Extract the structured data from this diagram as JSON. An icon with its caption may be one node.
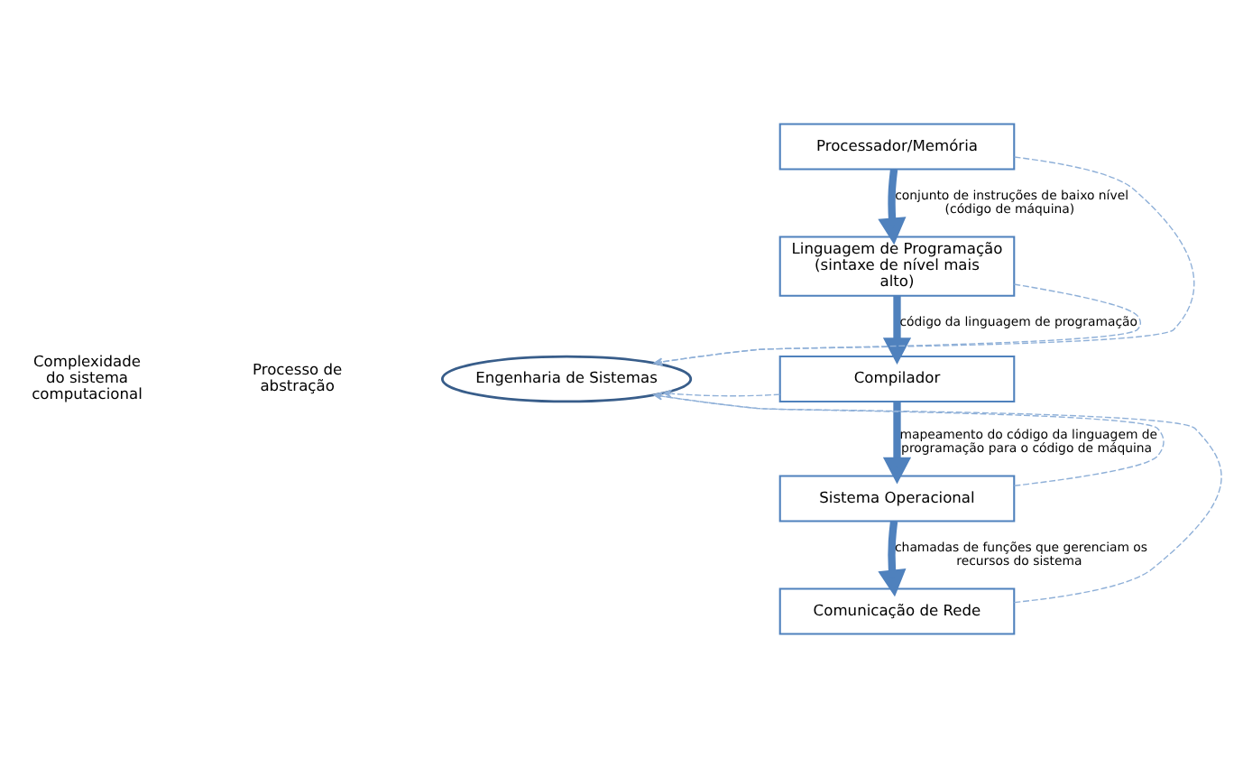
{
  "diagram": {
    "nodes": [
      {
        "text": [
          "Processador/Memória"
        ]
      },
      {
        "text": [
          "Linguagem de Programação (sintaxe de nível mais alto)"
        ]
      },
      {
        "text": [
          "Compilador"
        ]
      },
      {
        "text": [
          "Sistema Operacional"
        ]
      },
      {
        "text": [
          "Comunicação de Rede"
        ]
      },
      {
        "text": [
          "Engenharia de Sistemas"
        ]
      }
    ],
    "edges": [
      {
        "from": 0,
        "to": 1,
        "arrow": "to",
        "label": "conjunto de instruções de baixo nível (código de máquina)",
        "style": "thick",
        "color": "#4f81bd"
      },
      {
        "from": 1,
        "to": 2,
        "arrow": "to",
        "label": "código da linguagem de programação",
        "style": "thick",
        "color": "#4f81bd"
      },
      {
        "from": 2,
        "to": 3,
        "arrow": "to",
        "label": "mapeamento do código da linguagem de programação para o código de máquina",
        "style": "thick",
        "color": "#4f81bd"
      },
      {
        "from": 3,
        "to": 4,
        "arrow": "to",
        "label": "chamadas de funções que gerenciam os recursos do sistema",
        "style": "thick",
        "color": "#4f81bd"
      },
      {
        "from": 0,
        "to": 5,
        "arrow": "to",
        "style": "dashed"
      },
      {
        "from": 1,
        "to": 5,
        "arrow": "to",
        "style": "dashed"
      },
      {
        "from": 2,
        "to": 5,
        "arrow": "to",
        "style": "dashed"
      },
      {
        "from": 3,
        "to": 5,
        "arrow": "to",
        "style": "dashed"
      },
      {
        "from": 4,
        "to": 5,
        "arrow": "to",
        "style": "dashed"
      }
    ],
    "labels": [
      "Complexidade do sistema computacional",
      "Processo de abstração"
    ]
  }
}
